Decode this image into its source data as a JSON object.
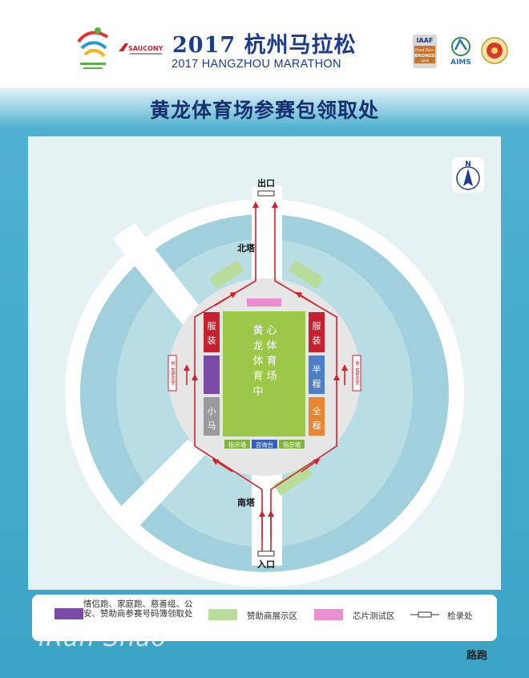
{
  "header": {
    "year_title": "2017 杭州马拉松",
    "english_title": "2017 HANGZHOU MARATHON",
    "sponsor_logo_text": "SAUCONY",
    "iaaf_logo": {
      "line1": "IAAF",
      "line2": "Road Race",
      "line3": "BRONZE",
      "line4": "Label"
    },
    "aims_logo_text": "AIMS"
  },
  "page_title": "黄龙体育场参赛包领取处",
  "map": {
    "north_label": "N",
    "exit_label": "出口",
    "entrance_label": "入口",
    "north_tower": "北塔",
    "south_tower": "南塔",
    "field_label": "黄龙体育中心体育场",
    "booths": {
      "left_top": "服装",
      "left_bottom": "小马",
      "right_top": "服装",
      "right_middle": "半程",
      "right_bottom": "全程"
    },
    "bottom_boards": {
      "left": "指示墙",
      "center": "咨询台",
      "right": "指示墙"
    },
    "changing_left": "男·女更衣室",
    "changing_right": "男·女更衣室"
  },
  "legend": {
    "purple": "情侣跑、家庭跑、慈善组、公安、赞助商参赛号码簿领取处",
    "green": "赞助商展示区",
    "pink": "芯片测试区",
    "checkpoint": "检录处"
  },
  "watermark": "iRan Shao",
  "wechat_account": "路跑",
  "colors": {
    "title_blue": "#1d3c8f",
    "field_green": "#9cc84a",
    "booth_red": "#c7202f",
    "booth_purple": "#7b4aa8",
    "booth_gray": "#9a9a9a",
    "booth_blue": "#4d7fc9",
    "booth_orange": "#e9862f",
    "board_green": "#b8dc9a",
    "board_pink": "#e98fd0",
    "arrow_red": "#d4202a"
  }
}
